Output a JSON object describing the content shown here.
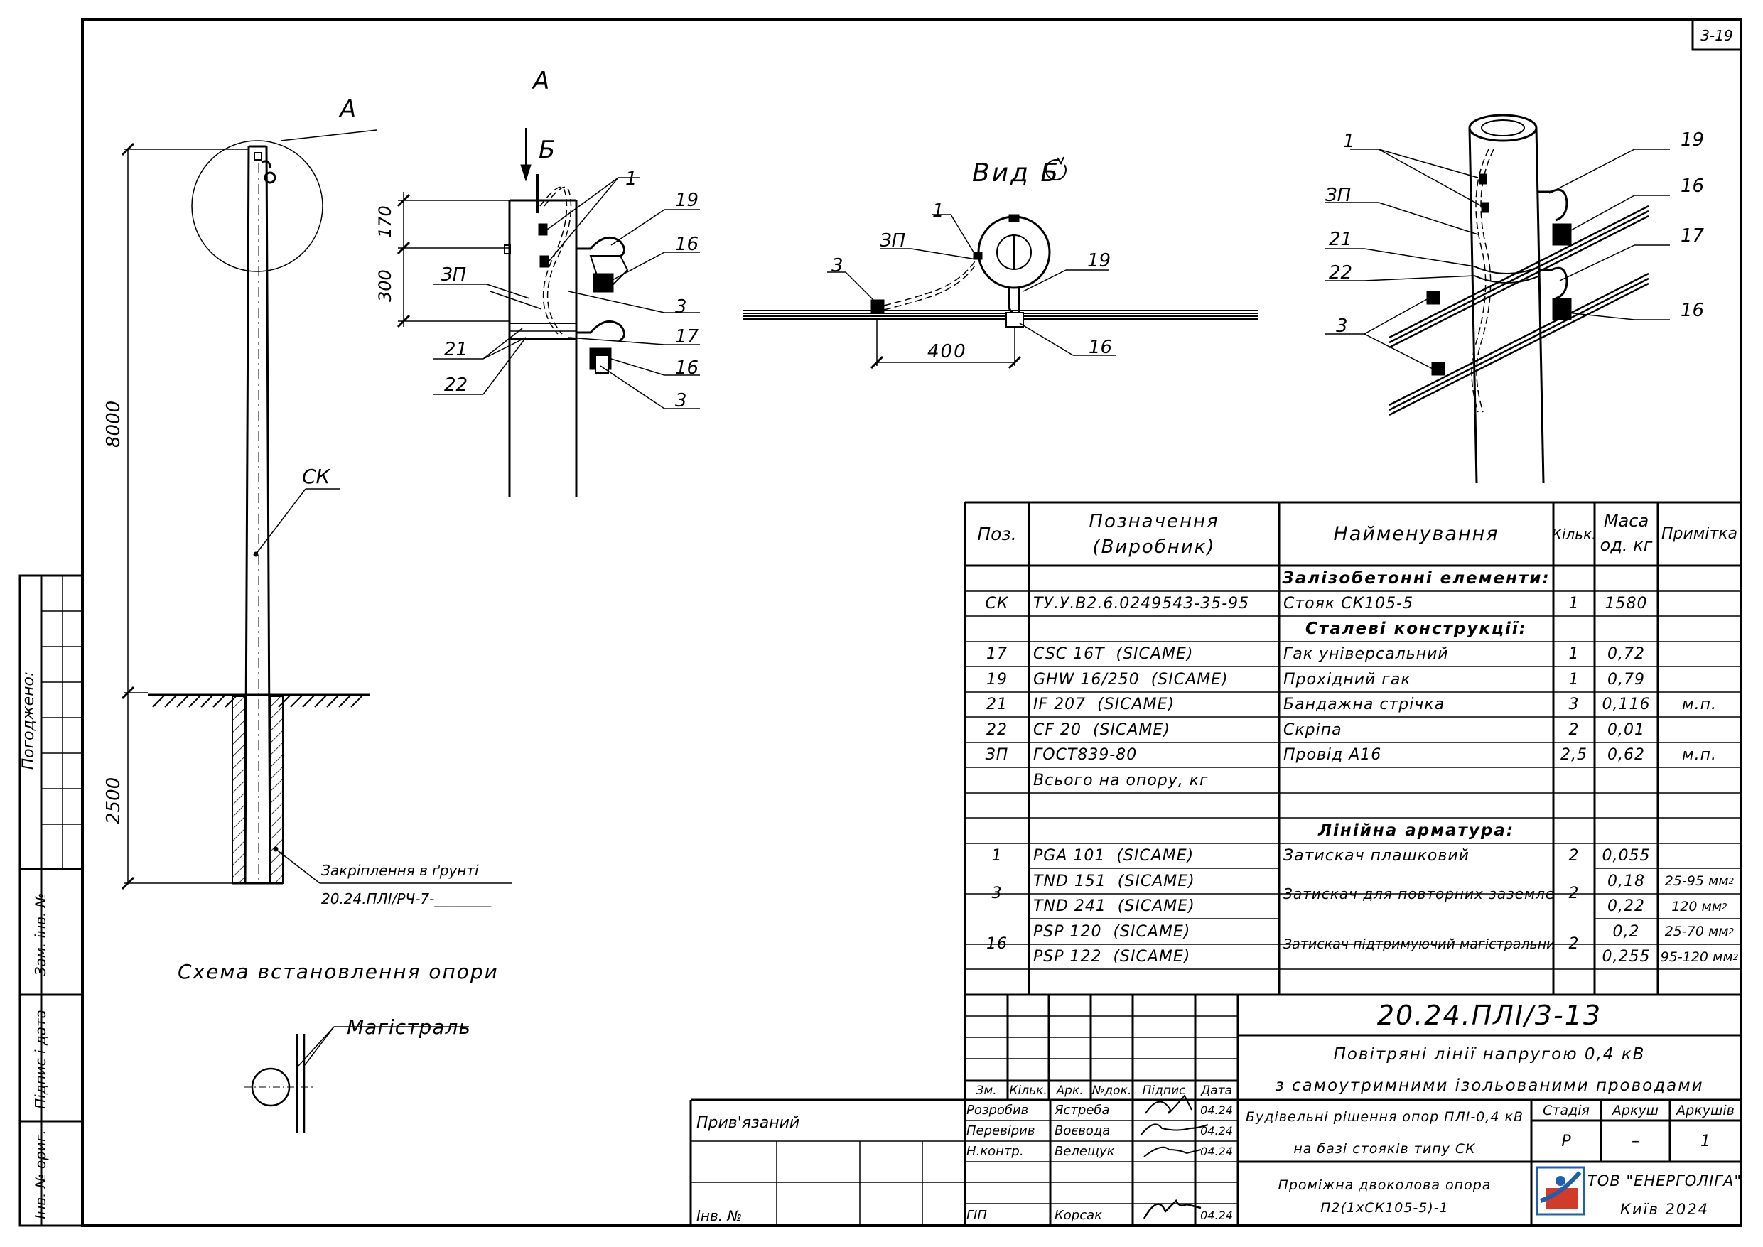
{
  "sheet": {
    "code_box": "3-19",
    "doc_code": "20.24.ПЛІ/3-13",
    "title_line1": "Повітряні лінії напругою 0,4 кВ",
    "title_line2": "з самоутримними ізольованими проводами",
    "part_line1": "Будівельні рішення опор ПЛІ-0,4 кВ",
    "part_line2": "на базі стояків типу СК",
    "sheet_line1": "Проміжна двоколова опора",
    "sheet_line2": "П2(1хСК105-5)-1",
    "stage_label": "Стадія",
    "sheet_no_label": "Аркуш",
    "sheets_label": "Аркушів",
    "stage_value": "Р",
    "sheet_no_value": "–",
    "sheets_value": "1",
    "company": "ТОВ \"ЕНЕРГОЛІГА\"",
    "city_year": "Київ 2024",
    "tied": "Прив'язаний",
    "inv_label": "Інв. №",
    "stamp_headers": [
      "Зм.",
      "Кільк.",
      "Арк.",
      "№док.",
      "Підпис",
      "Дата"
    ],
    "people": [
      {
        "role": "Розробив",
        "name": "Ястреба",
        "date": "04.24"
      },
      {
        "role": "Перевірив",
        "name": "Воєвода",
        "date": "04.24"
      },
      {
        "role": "Н.контр.",
        "name": "Велещук",
        "date": "04.24"
      },
      {
        "role": "ГІП",
        "name": "Корсак",
        "date": "04.24"
      }
    ],
    "side_labels": [
      "Погоджено:",
      "Зам. інв. №",
      "Підпис і дата",
      "Інв. № ориг."
    ]
  },
  "drawing": {
    "scheme_title": "Схема встановлення опори",
    "main_label": "Магістраль",
    "dim_total": "8000",
    "dim_ground": "2500",
    "pole_label": "СК",
    "fix_label": "Закріплення в ґрунті",
    "fix_ref": "20.24.ПЛІ/РЧ-7-________",
    "view_a": "А",
    "view_a2": "А",
    "view_b": "Б",
    "view_b_title": "Вид Б",
    "dim_170": "170",
    "dim_300": "300",
    "dim_400": "400",
    "callouts": [
      "1",
      "19",
      "16",
      "ЗП",
      "3",
      "17",
      "16",
      "3",
      "21",
      "22"
    ],
    "callouts_b": [
      "1",
      "ЗП",
      "3",
      "19",
      "16"
    ],
    "callouts_iso": [
      "1",
      "ЗП",
      "21",
      "22",
      "3",
      "19",
      "16",
      "17",
      "16"
    ]
  },
  "spec": {
    "headers": {
      "pos": "Поз.",
      "des1": "Позначення",
      "des2": "(Виробник)",
      "name": "Найменування",
      "qty": "Кільк.",
      "mass1": "Маса",
      "mass2": "од. кг",
      "note": "Примітка"
    },
    "rows": [
      {
        "type": "section",
        "name": "Залізобетонні елементи:"
      },
      {
        "pos": "СК",
        "des": "ТУ.У.В2.6.0249543-35-95",
        "name": "Стояк СК105-5",
        "qty": "1",
        "mass": "1580",
        "note": ""
      },
      {
        "type": "section",
        "name": "Сталеві конструкції:"
      },
      {
        "pos": "17",
        "des": "CSC 16T  (SICAME)",
        "name": "Гак універсальний",
        "qty": "1",
        "mass": "0,72",
        "note": ""
      },
      {
        "pos": "19",
        "des": "GHW 16/250  (SICAME)",
        "name": "Прохідний гак",
        "qty": "1",
        "mass": "0,79",
        "note": ""
      },
      {
        "pos": "21",
        "des": "IF 207  (SICAME)",
        "name": "Бандажна стрічка",
        "qty": "3",
        "mass": "0,116",
        "note": "м.п."
      },
      {
        "pos": "22",
        "des": "CF 20  (SICAME)",
        "name": "Скріпа",
        "qty": "2",
        "mass": "0,01",
        "note": ""
      },
      {
        "pos": "ЗП",
        "des": "ГОСТ839-80",
        "name": "Провід А16",
        "qty": "2,5",
        "mass": "0,62",
        "note": "м.п."
      },
      {
        "pos": "",
        "des": "Всього на опору, кг",
        "name": "",
        "qty": "",
        "mass": "",
        "note": ""
      },
      {
        "pos": "",
        "des": "",
        "name": "",
        "qty": "",
        "mass": "",
        "note": ""
      },
      {
        "type": "section",
        "name": "Лінійна арматура:"
      },
      {
        "pos": "1",
        "des": "PGA 101  (SICAME)",
        "name": "Затискач плашковий",
        "qty": "2",
        "mass": "0,055",
        "note": ""
      }
    ],
    "row3": {
      "pos": "3",
      "des_a": "TND 151  (SICAME)",
      "des_b": "TND 241  (SICAME)",
      "name": "Затискач для повторних заземлень",
      "qty": "2",
      "mass_a": "0,18",
      "mass_b": "0,22",
      "note_a": "25-95 мм",
      "note_b": "120 мм",
      "sup": "2"
    },
    "row16": {
      "pos": "16",
      "des_a": "PSP 120  (SICAME)",
      "des_b": "PSP 122  (SICAME)",
      "name": "Затискач підтримуючий магістральний",
      "qty": "2",
      "mass_a": "0,2",
      "mass_b": "0,255",
      "note_a": "25-70 мм",
      "note_b": "95-120 мм",
      "sup": "2"
    }
  },
  "colors": {
    "line": "#000000",
    "logo_blue": "#1f5fb0",
    "logo_red": "#d23a2a"
  }
}
